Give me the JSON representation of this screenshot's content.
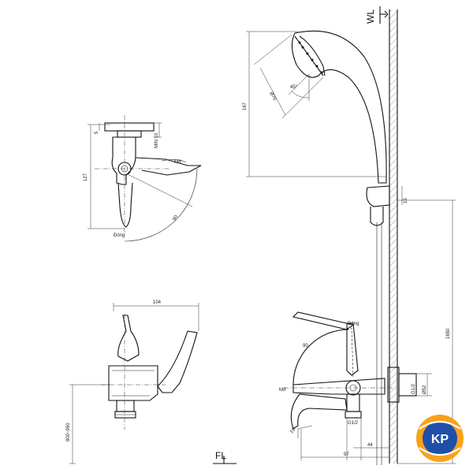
{
  "markers": {
    "wall_level": "WL",
    "floor_level": "FL"
  },
  "side_view": {
    "dim_127": "127",
    "dim_min10": "MIN 10",
    "dim_5": "5",
    "dim_90": "90",
    "label_cold": "Đóng",
    "label_open": "Mở"
  },
  "front_view": {
    "dim_104": "104",
    "dim_height": "800~950"
  },
  "shower_head": {
    "dim_167": "167",
    "dim_diameter": "Ø76",
    "dim_angle": "45°"
  },
  "main_view": {
    "dim_1650": "1650",
    "dim_15": "15",
    "dim_90": "90",
    "label_cold": "Đóng",
    "label_open": "Mở",
    "dim_g12_left": "G1/2",
    "dim_g12_right": "G1/2",
    "dim_phi52": "Ø52",
    "dim_15deg": "15°",
    "dim_97": "97",
    "dim_44": "44"
  },
  "logo": {
    "text": "KP",
    "colors": {
      "outer": "#f7a21b",
      "inner": "#1f4fa8",
      "text": "#ffffff"
    }
  }
}
